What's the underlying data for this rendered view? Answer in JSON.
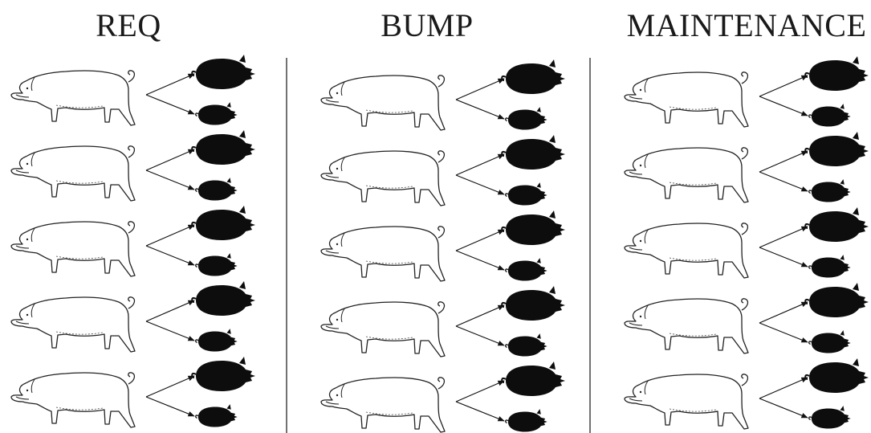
{
  "groups": [
    {
      "title": "REQ",
      "rows": 5
    },
    {
      "title": "BUMP",
      "rows": 5
    },
    {
      "title": "MAINTENANCE",
      "rows": 5
    }
  ],
  "icons": {
    "parent": "sow-outline-icon",
    "offspring_large": "large-piglet-silhouette-icon",
    "offspring_small": "small-piglet-silhouette-icon"
  },
  "colors": {
    "outline": "#222222",
    "silhouette": "#0d0d0d",
    "divider": "#444444"
  }
}
